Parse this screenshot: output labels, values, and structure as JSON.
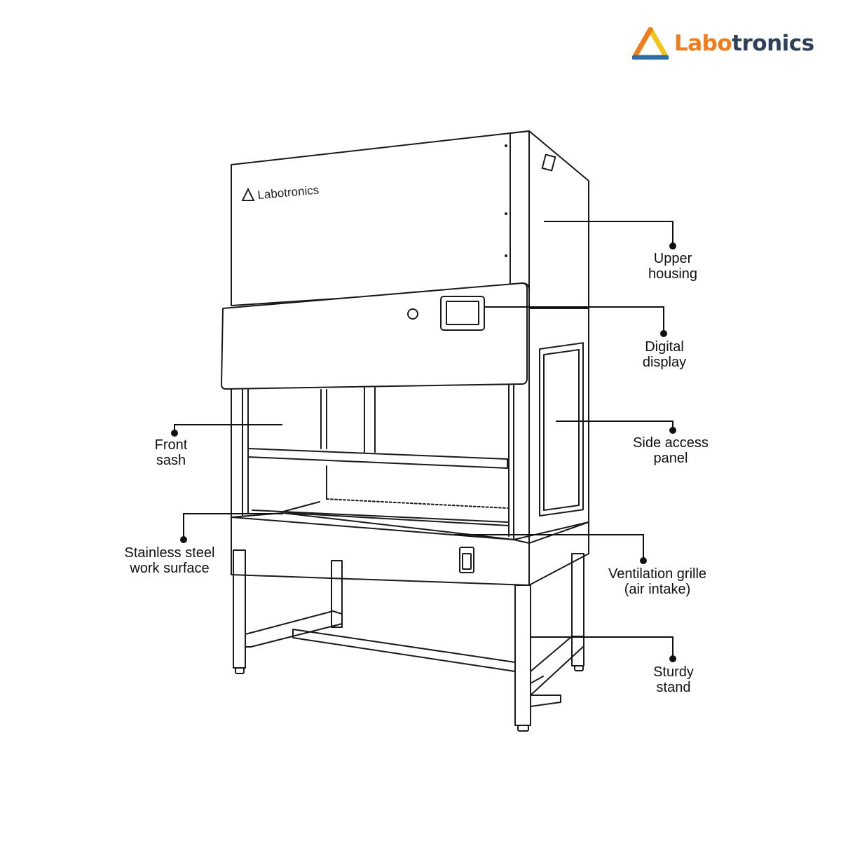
{
  "brand": {
    "logo_part1": "Labo",
    "logo_part2": "tronics",
    "colors": {
      "orange": "#f07d1a",
      "navy": "#2e4057",
      "green": "#5cb85c",
      "yellow": "#f5c518",
      "blue": "#2e6da4"
    }
  },
  "cabinet": {
    "front_logo_text": "Labotronics",
    "logo_icon": "triangle-icon"
  },
  "callouts": [
    {
      "id": "upper-housing",
      "line1": "Upper",
      "line2": "housing"
    },
    {
      "id": "digital-display",
      "line1": "Digital",
      "line2": "display"
    },
    {
      "id": "front-sash",
      "line1": "Front",
      "line2": "sash"
    },
    {
      "id": "side-access-panel",
      "line1": "Side access",
      "line2": "panel"
    },
    {
      "id": "work-surface",
      "line1": "Stainless steel",
      "line2": "work surface"
    },
    {
      "id": "ventilation-grille",
      "line1": "Ventilation grille",
      "line2": "(air intake)"
    },
    {
      "id": "sturdy-stand",
      "line1": "Sturdy",
      "line2": "stand"
    }
  ]
}
